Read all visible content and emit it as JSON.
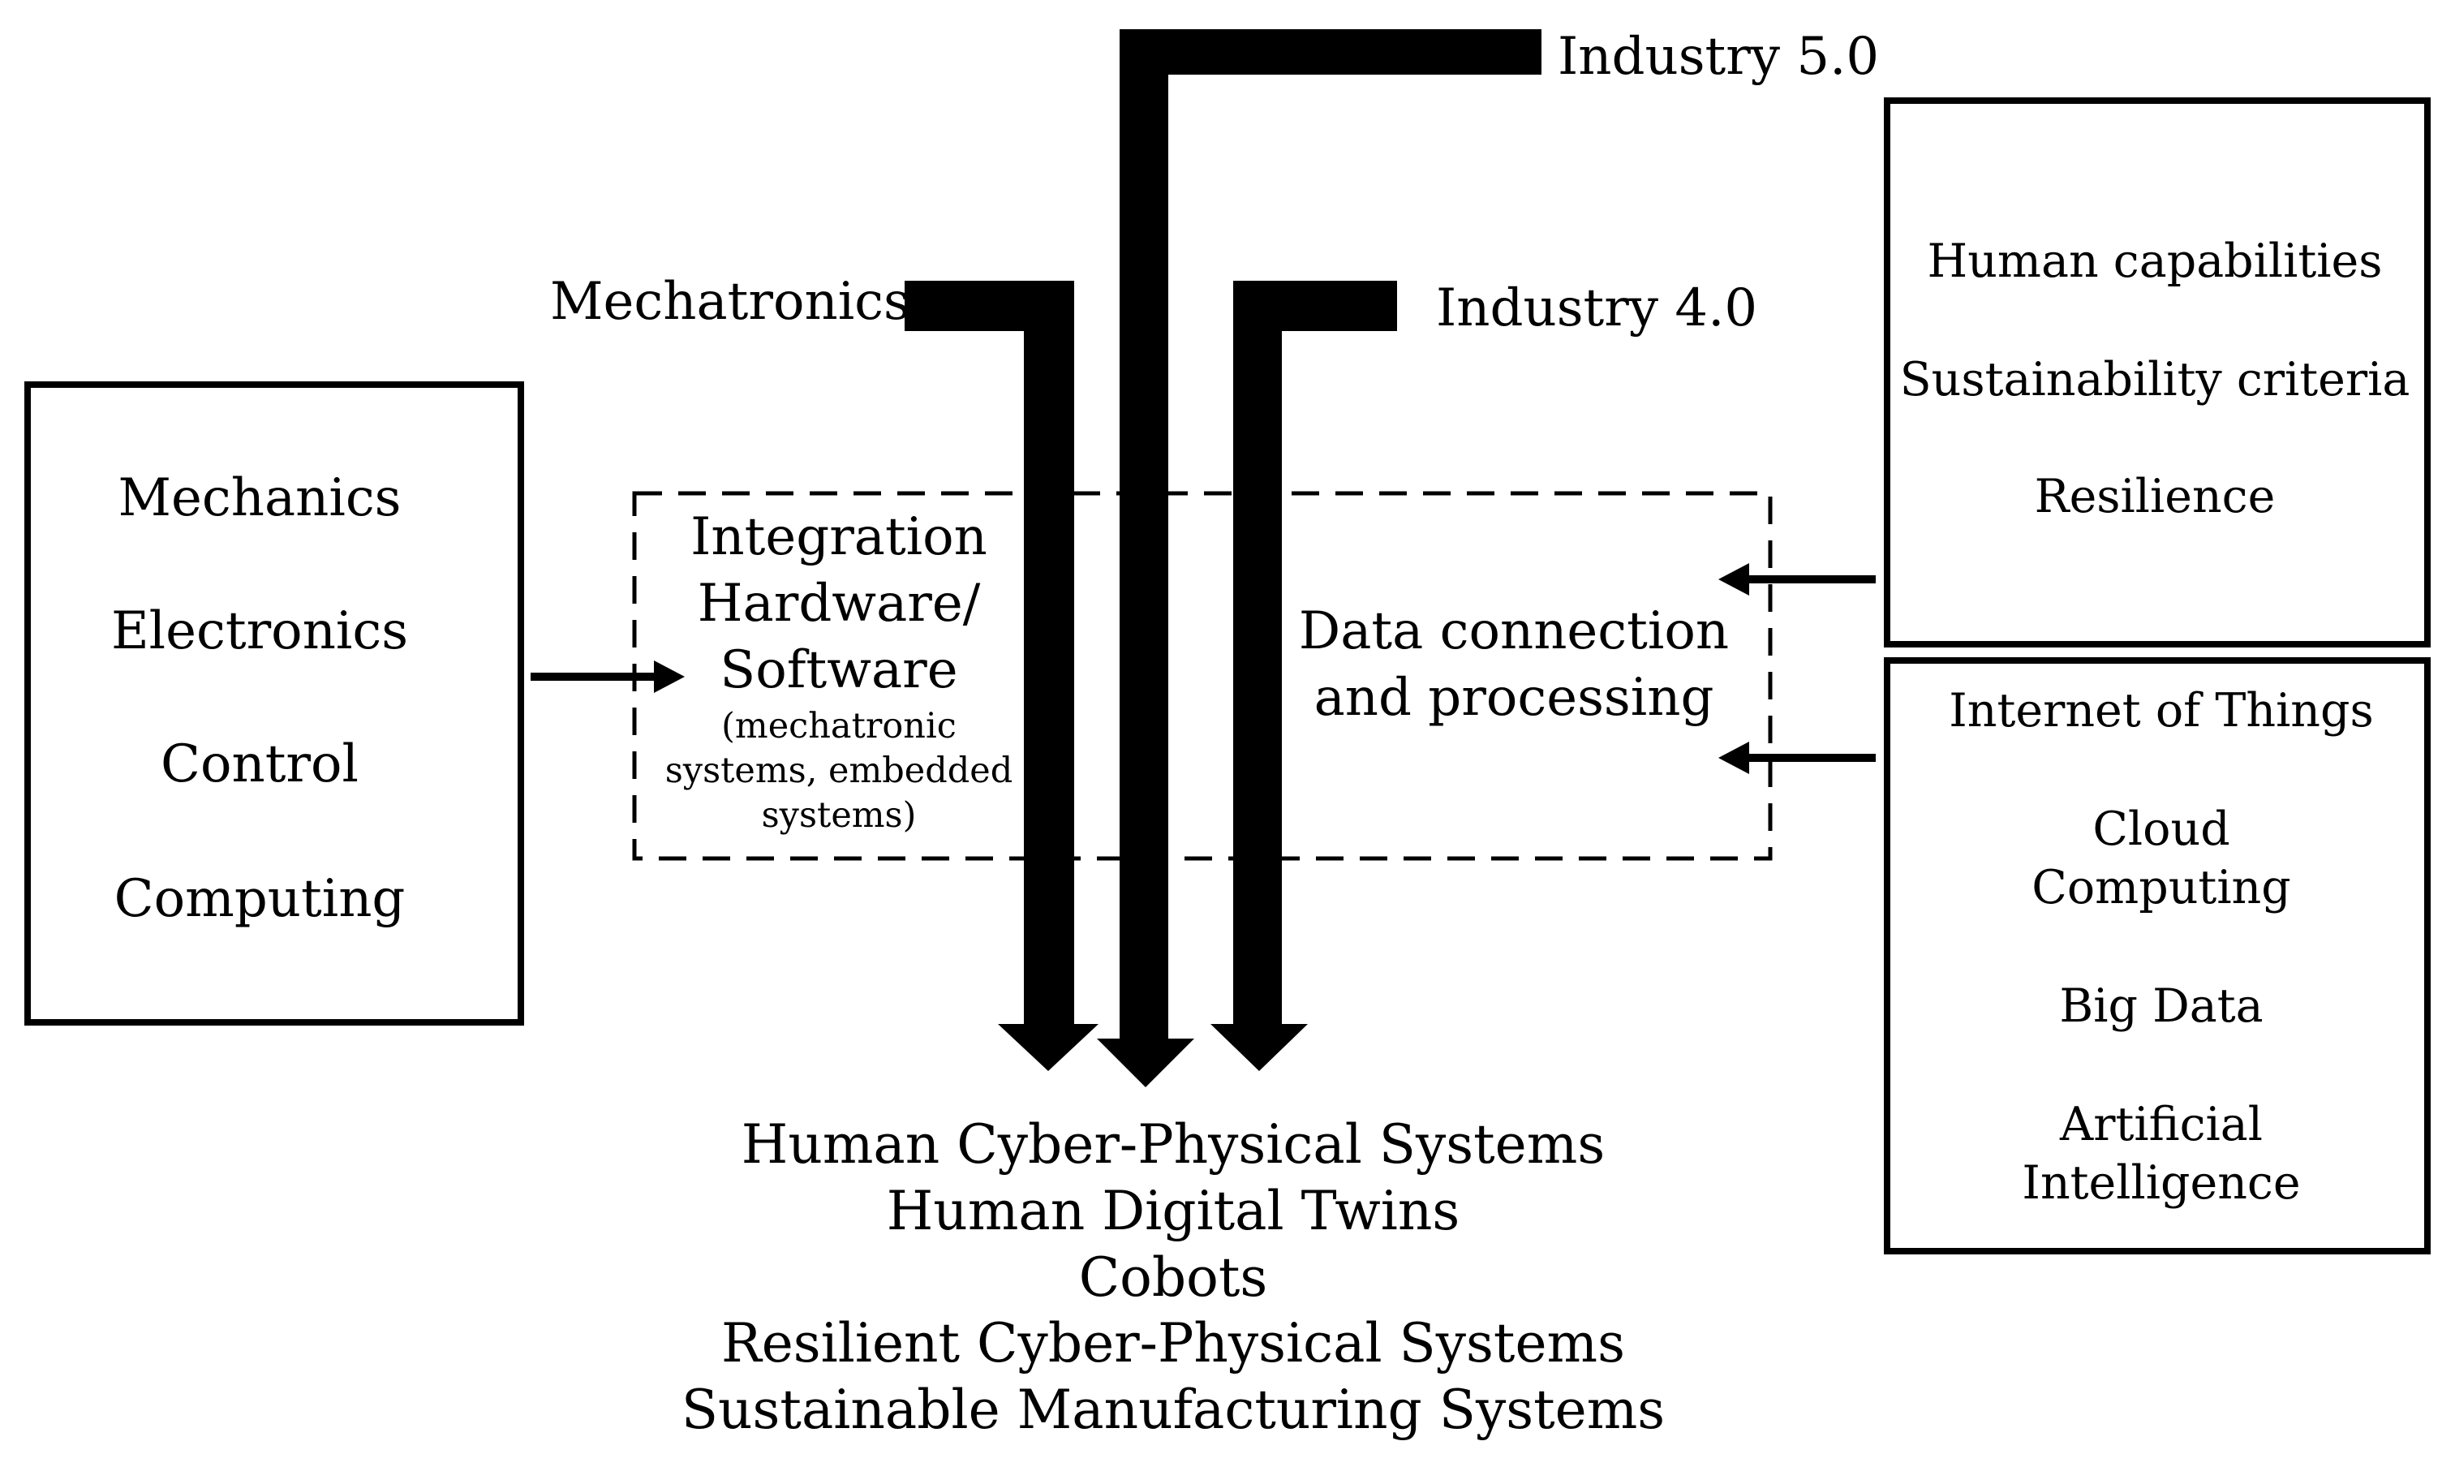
{
  "left_box": {
    "items": [
      "Mechanics",
      "Electronics",
      "Control",
      "Computing"
    ]
  },
  "labels": {
    "mechatronics": "Mechatronics",
    "industry4": "Industry 4.0",
    "industry5": "Industry 5.0"
  },
  "integration": {
    "title_lines": [
      "Integration",
      "Hardware/",
      "Software"
    ],
    "subtitle_lines": [
      "(mechatronic",
      "systems, embedded",
      "systems)"
    ]
  },
  "data_connection": {
    "lines": [
      "Data connection",
      "and processing"
    ]
  },
  "right_top_box": {
    "items": [
      "Human capabilities",
      "Sustainability criteria",
      "Resilience"
    ]
  },
  "right_bottom_box": {
    "items": [
      "Internet of Things",
      "Cloud",
      "Computing",
      "Big Data",
      "Artificial",
      "Intelligence"
    ]
  },
  "outputs": [
    "Human Cyber-Physical Systems",
    "Human Digital Twins",
    "Cobots",
    "Resilient Cyber-Physical Systems",
    "Sustainable Manufacturing Systems"
  ],
  "colors": {
    "stroke": "#000000",
    "background": "#ffffff"
  }
}
